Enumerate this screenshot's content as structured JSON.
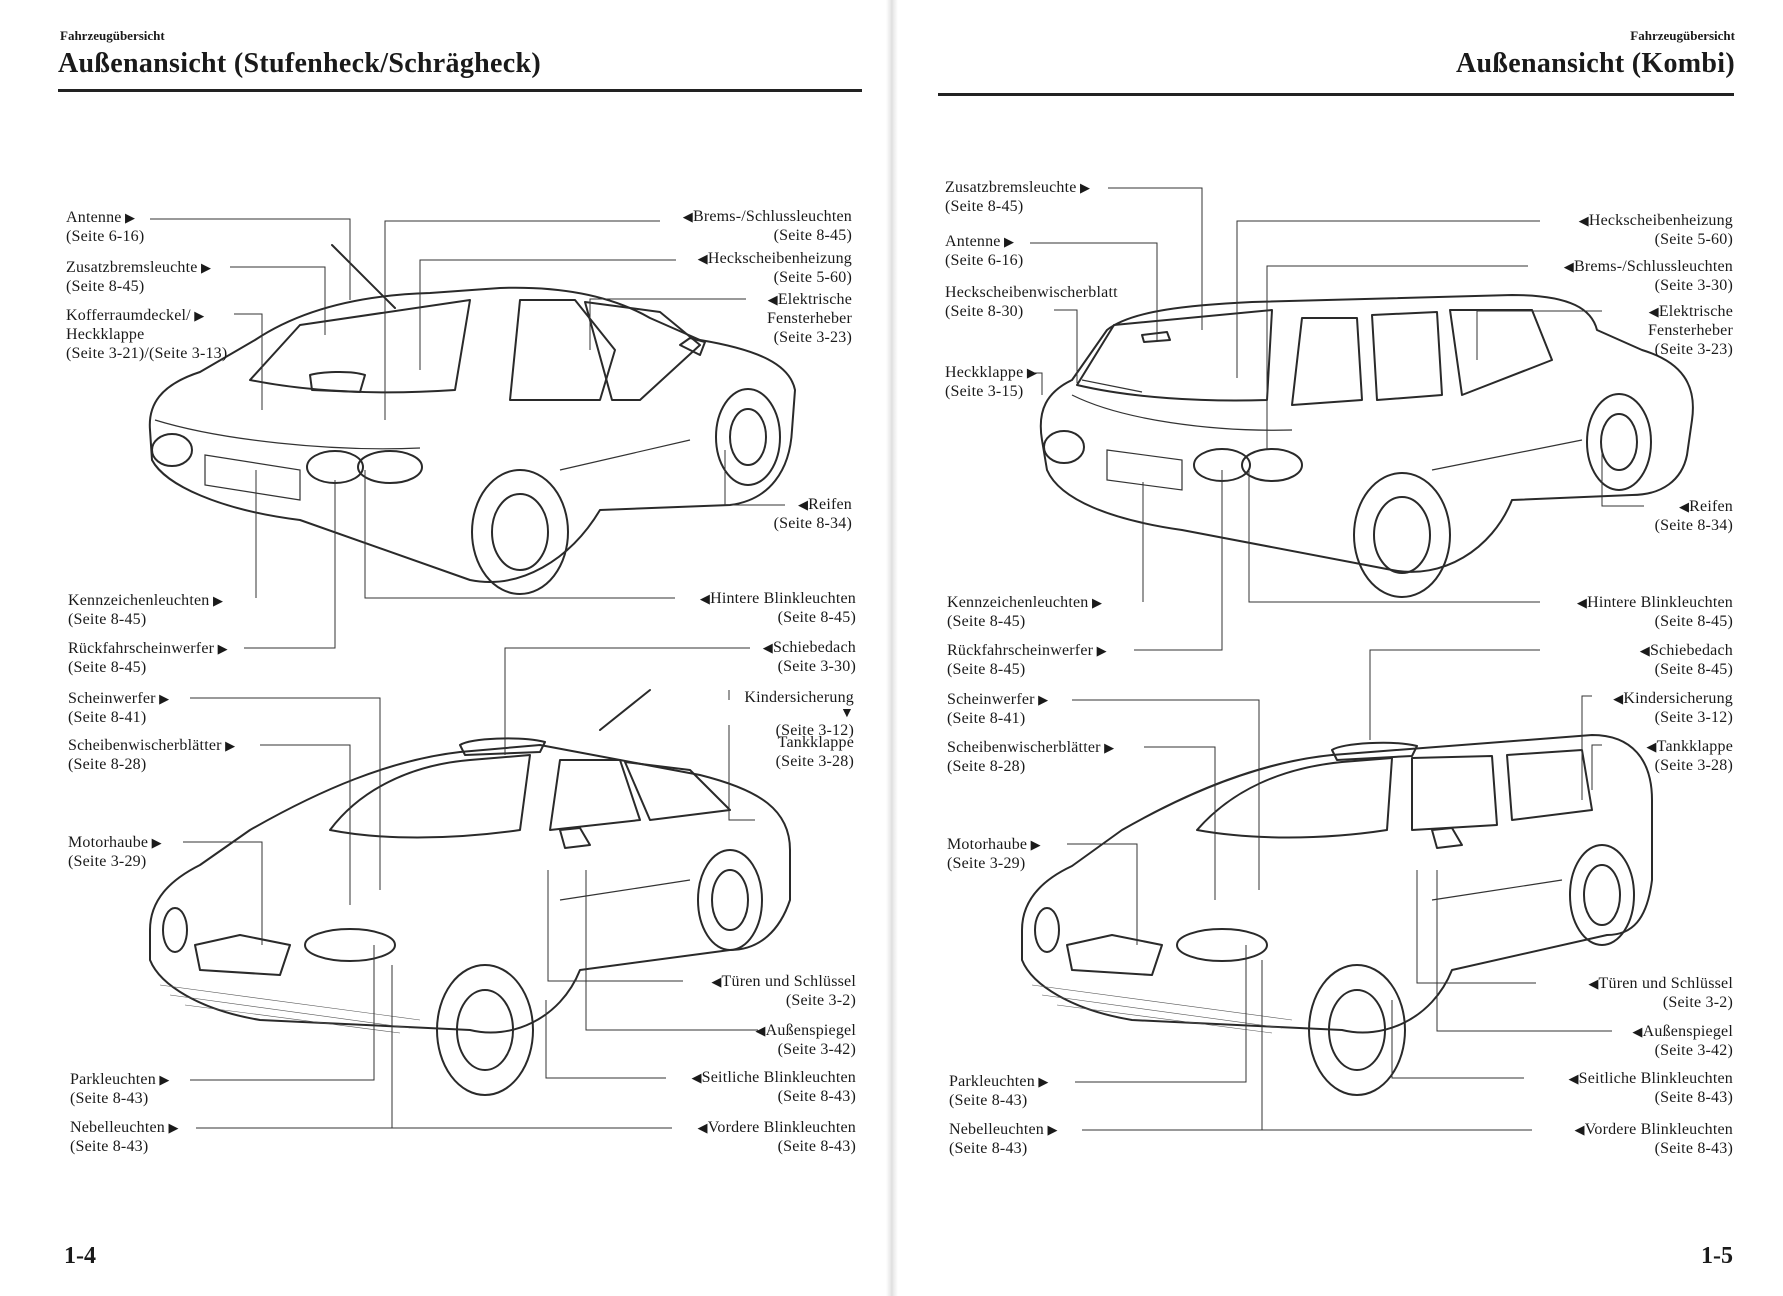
{
  "left": {
    "section": "Fahrzeugübersicht",
    "title": "Außenansicht (Stufenheck/Schrägheck)",
    "page_number": "1-4",
    "labels_left": [
      {
        "name": "Antenne",
        "ref": "(Seite 6-16)"
      },
      {
        "name": "Zusatzbremsleuchte",
        "ref": "(Seite 8-45)"
      },
      {
        "name": "Kofferraumdeckel/",
        "name2": "Heckklappe",
        "ref": "(Seite 3-21)/(Seite 3-13)"
      },
      {
        "name": "Kennzeichenleuchten",
        "ref": "(Seite 8-45)"
      },
      {
        "name": "Rückfahrscheinwerfer",
        "ref": "(Seite 8-45)"
      },
      {
        "name": "Scheinwerfer",
        "ref": "(Seite 8-41)"
      },
      {
        "name": "Scheibenwischerblätter",
        "ref": "(Seite 8-28)"
      },
      {
        "name": "Motorhaube",
        "ref": "(Seite 3-29)"
      },
      {
        "name": "Parkleuchten",
        "ref": "(Seite 8-43)"
      },
      {
        "name": "Nebelleuchten",
        "ref": "(Seite 8-43)"
      }
    ],
    "labels_right": [
      {
        "name": "Brems-/Schlussleuchten",
        "ref": "(Seite 8-45)"
      },
      {
        "name": "Heckscheibenheizung",
        "ref": "(Seite 5-60)"
      },
      {
        "name": "Elektrische",
        "name2": "Fensterheber",
        "ref": "(Seite 3-23)"
      },
      {
        "name": "Reifen",
        "ref": "(Seite 8-34)"
      },
      {
        "name": "Hintere Blinkleuchten",
        "ref": "(Seite 8-45)"
      },
      {
        "name": "Schiebedach",
        "ref": "(Seite 3-30)"
      },
      {
        "name": "Kindersicherung",
        "ref": "(Seite 3-12)"
      },
      {
        "name": "Tankklappe",
        "ref": "(Seite 3-28)"
      },
      {
        "name": "Türen und Schlüssel",
        "ref": "(Seite 3-2)"
      },
      {
        "name": "Außenspiegel",
        "ref": "(Seite 3-42)"
      },
      {
        "name": "Seitliche Blinkleuchten",
        "ref": "(Seite 8-43)"
      },
      {
        "name": "Vordere Blinkleuchten",
        "ref": "(Seite 8-43)"
      }
    ]
  },
  "right": {
    "section": "Fahrzeugübersicht",
    "title": "Außenansicht (Kombi)",
    "page_number": "1-5",
    "labels_left": [
      {
        "name": "Zusatzbremsleuchte",
        "ref": "(Seite 8-45)"
      },
      {
        "name": "Antenne",
        "ref": "(Seite 6-16)"
      },
      {
        "name": "Heckscheibenwischerblatt",
        "ref": "(Seite 8-30)"
      },
      {
        "name": "Heckklappe",
        "ref": "(Seite 3-15)"
      },
      {
        "name": "Kennzeichenleuchten",
        "ref": "(Seite 8-45)"
      },
      {
        "name": "Rückfahrscheinwerfer",
        "ref": "(Seite 8-45)"
      },
      {
        "name": "Scheinwerfer",
        "ref": "(Seite 8-41)"
      },
      {
        "name": "Scheibenwischerblätter",
        "ref": "(Seite 8-28)"
      },
      {
        "name": "Motorhaube",
        "ref": "(Seite 3-29)"
      },
      {
        "name": "Parkleuchten",
        "ref": "(Seite 8-43)"
      },
      {
        "name": "Nebelleuchten",
        "ref": "(Seite 8-43)"
      }
    ],
    "labels_right": [
      {
        "name": "Heckscheibenheizung",
        "ref": "(Seite 5-60)"
      },
      {
        "name": "Brems-/Schlussleuchten",
        "ref": "(Seite 3-30)"
      },
      {
        "name": "Elektrische",
        "name2": "Fensterheber",
        "ref": "(Seite 3-23)"
      },
      {
        "name": "Reifen",
        "ref": "(Seite 8-34)"
      },
      {
        "name": "Hintere Blinkleuchten",
        "ref": "(Seite 8-45)"
      },
      {
        "name": "Schiebedach",
        "ref": "(Seite 8-45)"
      },
      {
        "name": "Kindersicherung",
        "ref": "(Seite 3-12)"
      },
      {
        "name": "Tankklappe",
        "ref": "(Seite 3-28)"
      },
      {
        "name": "Türen und Schlüssel",
        "ref": "(Seite 3-2)"
      },
      {
        "name": "Außenspiegel",
        "ref": "(Seite 3-42)"
      },
      {
        "name": "Seitliche Blinkleuchten",
        "ref": "(Seite 8-43)"
      },
      {
        "name": "Vordere Blinkleuchten",
        "ref": "(Seite 8-43)"
      }
    ]
  }
}
